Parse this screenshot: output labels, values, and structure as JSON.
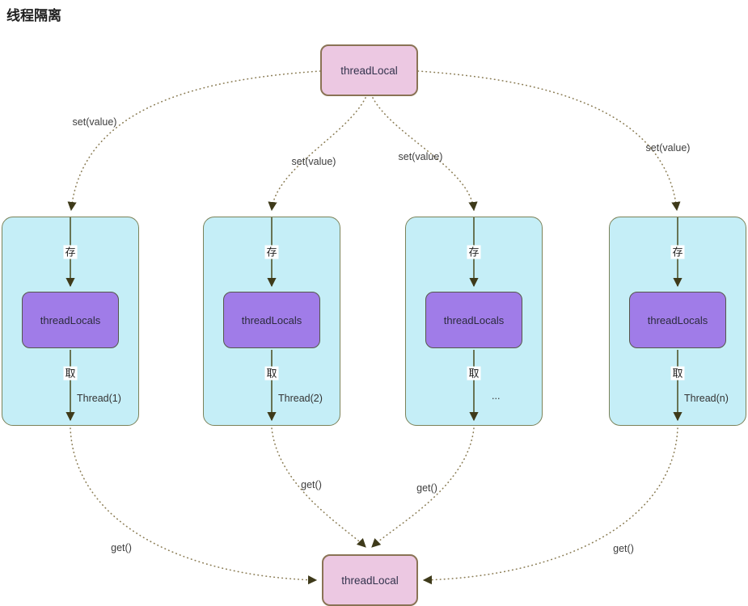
{
  "title": "线程隔离",
  "top_box": {
    "label": "threadLocal"
  },
  "bottom_box": {
    "label": "threadLocal"
  },
  "threads": [
    {
      "store": "存",
      "fetch": "取",
      "map_label": "threadLocals",
      "name": "Thread(1)"
    },
    {
      "store": "存",
      "fetch": "取",
      "map_label": "threadLocals",
      "name": "Thread(2)"
    },
    {
      "store": "存",
      "fetch": "取",
      "map_label": "threadLocals",
      "name": "..."
    },
    {
      "store": "存",
      "fetch": "取",
      "map_label": "threadLocals",
      "name": "Thread(n)"
    }
  ],
  "edge_labels": {
    "set1": "set(value)",
    "set2": "set(value)",
    "set3": "set(value)",
    "set4": "set(value)",
    "get1": "get()",
    "get2": "get()",
    "get3": "get()",
    "get4": "get()"
  },
  "colors": {
    "pink_fill": "#ecc8e2",
    "pink_border": "#8a7355",
    "cyan_fill": "#c5eef7",
    "cyan_border": "#7b8259",
    "purple_fill": "#a07ce8",
    "purple_border": "#55564a",
    "connector_dots": "#8b7d55",
    "solid_line": "#50562c",
    "arrowhead": "#3e3a1a"
  }
}
